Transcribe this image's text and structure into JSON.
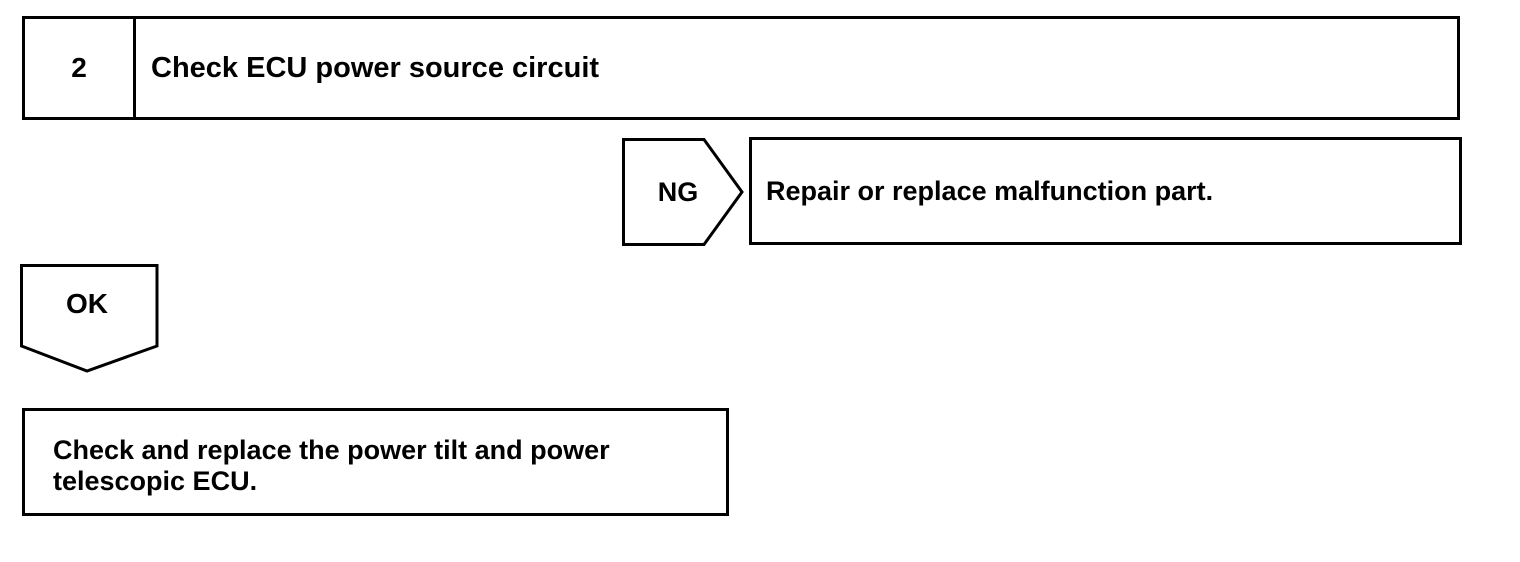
{
  "step": {
    "number": "2",
    "title": "Check ECU power source circuit"
  },
  "ng_branch": {
    "label": "NG",
    "action": "Repair or replace malfunction part."
  },
  "ok_branch": {
    "label": "OK"
  },
  "final_action": {
    "line1": "Check and replace the power tilt and power",
    "line2": "telescopic ECU."
  }
}
